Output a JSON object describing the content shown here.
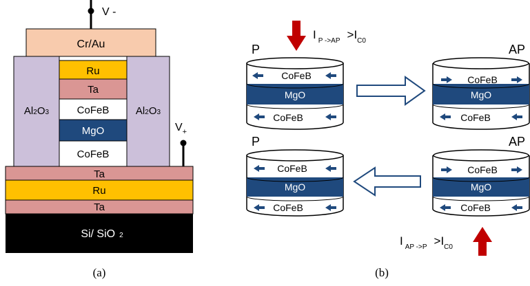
{
  "panel_a": {
    "v_minus": "V -",
    "v_plus": "V",
    "v_plus_sub": "+",
    "top_contact": "Cr/Au",
    "ru_top": "Ru",
    "ta_top": "Ta",
    "cofeb_upper": "CoFeB",
    "mgo": "MgO",
    "cofeb_lower": "CoFeB",
    "al2o3_left": [
      "Al",
      "2",
      "O",
      "3"
    ],
    "al2o3_right": [
      "Al",
      "2",
      "O",
      "3"
    ],
    "ta_mid": "Ta",
    "ru_bottom": "Ru",
    "ta_bottom": "Ta",
    "substrate": [
      "Si/ SiO",
      "2"
    ],
    "caption": "(a)",
    "colors": {
      "cr_au": "#f8cbad",
      "al2o3": "#ccc0da",
      "ru": "#ffc000",
      "ta": "#da9694",
      "cofeb": "#ffffff",
      "mgo": "#1f497d",
      "substrate": "#000000"
    }
  },
  "panel_b": {
    "caption": "(b)",
    "state_p_top": "P",
    "state_ap_top": "AP",
    "state_p_bottom": "P",
    "state_ap_bottom": "AP",
    "current_p_to_ap": {
      "I": "I",
      "sub": "P ->AP",
      "gt": ">I",
      "sub2": "C0"
    },
    "current_ap_to_p": {
      "I": "I",
      "sub": "AP ->P",
      "gt": ">I",
      "sub2": "C0"
    },
    "layer_free": "CoFeB",
    "layer_barrier": "MgO",
    "layer_fixed": "CoFeB",
    "colors": {
      "arrow_blue": "#1f497d",
      "current_red": "#c00000",
      "mgo": "#1f497d"
    }
  }
}
